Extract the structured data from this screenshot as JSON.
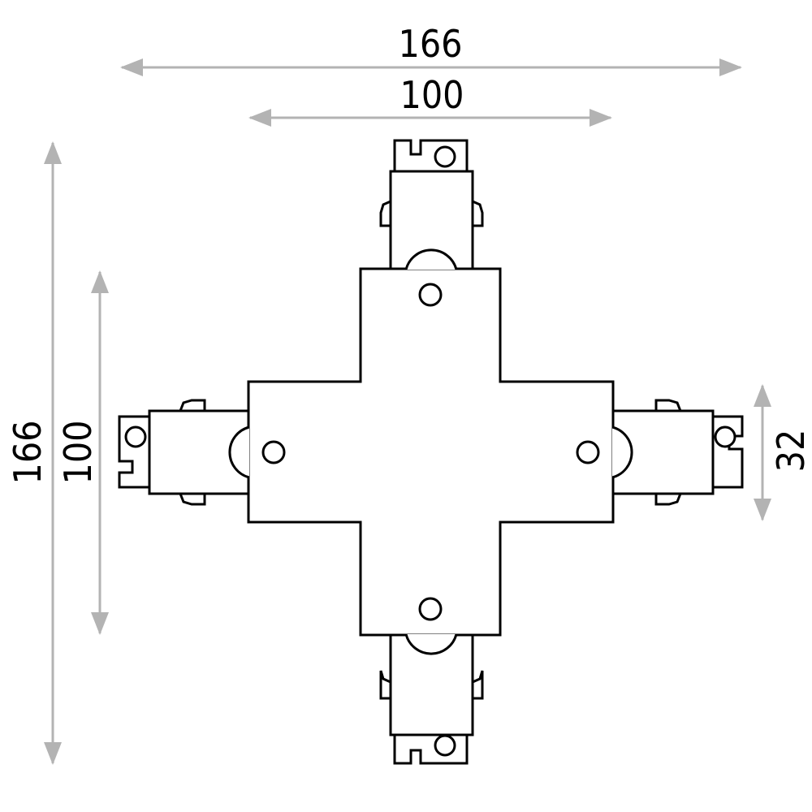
{
  "dimensions": {
    "overall_width": "166",
    "center_width": "100",
    "overall_height": "166",
    "center_height": "100",
    "arm_width": "32"
  },
  "colors": {
    "dimension_line": "#b3b3b3",
    "outline": "#000000",
    "background": "#ffffff"
  }
}
